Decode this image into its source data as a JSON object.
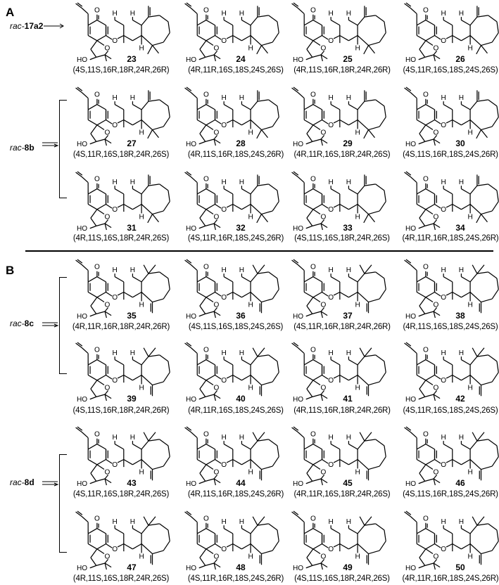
{
  "panels": [
    {
      "label": "A",
      "sources": [
        {
          "prefix": "rac-",
          "name": "17a2",
          "rows": [
            0
          ]
        },
        {
          "prefix": "rac-",
          "name": "8b",
          "rows": [
            1,
            2
          ]
        }
      ],
      "exo_methylene_position": "top",
      "rows": [
        [
          {
            "number": "23",
            "config": "(4S,11S,16R,18R,24R,26R)"
          },
          {
            "number": "24",
            "config": "(4R,11R,16S,18S,24S,26S)"
          },
          {
            "number": "25",
            "config": "(4R,11S,16R,18R,24R,26R)"
          },
          {
            "number": "26",
            "config": "(4S,11R,16S,18S,24S,26S)"
          }
        ],
        [
          {
            "number": "27",
            "config": "(4S,11R,16S,18R,24R,26S)"
          },
          {
            "number": "28",
            "config": "(4R,11S,16R,18S,24S,26R)"
          },
          {
            "number": "29",
            "config": "(4R,11R,16S,18R,24R,26S)"
          },
          {
            "number": "30",
            "config": "(4S,11S,16R,18S,24S,26R)"
          }
        ],
        [
          {
            "number": "31",
            "config": "(4R,11S,16S,18R,24R,26S)"
          },
          {
            "number": "32",
            "config": "(4S,11R,16R,18S,24S,26R)"
          },
          {
            "number": "33",
            "config": "(4S,11S,16S,18R,24R,26S)"
          },
          {
            "number": "34",
            "config": "(4R,11R,16R,18S,24S,26R)"
          }
        ]
      ]
    },
    {
      "label": "B",
      "sources": [
        {
          "prefix": "rac-",
          "name": "8c",
          "rows": [
            0,
            1
          ]
        },
        {
          "prefix": "rac-",
          "name": "8d",
          "rows": [
            2,
            3
          ]
        }
      ],
      "exo_methylene_position": "bottom",
      "rows": [
        [
          {
            "number": "35",
            "config": "(4R,11R,16R,18R,24R,26R)"
          },
          {
            "number": "36",
            "config": "(4S,11S,16S,18S,24S,26S)"
          },
          {
            "number": "37",
            "config": "(4S,11R,16R,18R,24R,26R)"
          },
          {
            "number": "38",
            "config": "(4R,11S,16S,18S,24S,26S)"
          }
        ],
        [
          {
            "number": "39",
            "config": "(4S,11S,16R,18R,24R,26R)"
          },
          {
            "number": "40",
            "config": "(4R,11R,16S,18S,24S,26S)"
          },
          {
            "number": "41",
            "config": "(4R,11S,16R,18R,24R,26R)"
          },
          {
            "number": "42",
            "config": "(4S,11R,16S,18S,24S,26S)"
          }
        ],
        [
          {
            "number": "43",
            "config": "(4S,11R,16S,18R,24R,26S)"
          },
          {
            "number": "44",
            "config": "(4R,11S,16R,18S,24S,26R)"
          },
          {
            "number": "45",
            "config": "(4R,11R,16S,18R,24R,26S)"
          },
          {
            "number": "46",
            "config": "(4S,11S,16R,18S,24S,26R)"
          }
        ],
        [
          {
            "number": "47",
            "config": "(4R,11S,16S,18R,24R,26S)"
          },
          {
            "number": "48",
            "config": "(4S,11R,16R,18S,24S,26R)"
          },
          {
            "number": "49",
            "config": "(4S,11S,16S,18R,24R,26S)"
          },
          {
            "number": "50",
            "config": "(4R,11R,16R,18S,24S,26R)"
          }
        ]
      ]
    }
  ],
  "atom_labels": {
    "oxygen": "O",
    "hydrogen": "H",
    "hydroxyl": "HO"
  }
}
